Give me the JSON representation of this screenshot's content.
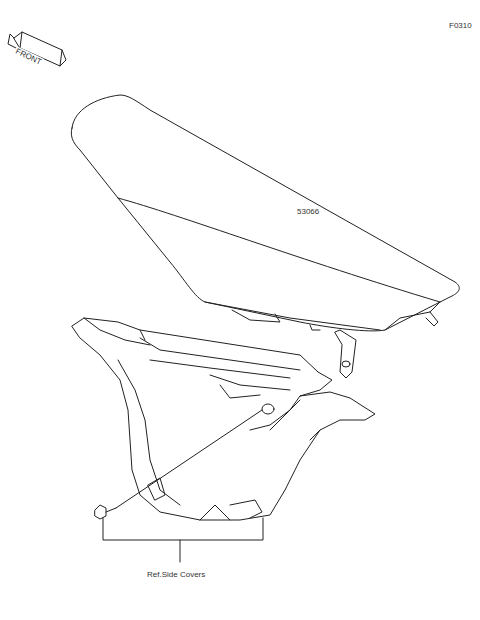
{
  "diagram": {
    "labels": [
      "F0310",
      "FRONT",
      "53066",
      "Ref.Side Covers"
    ]
  }
}
